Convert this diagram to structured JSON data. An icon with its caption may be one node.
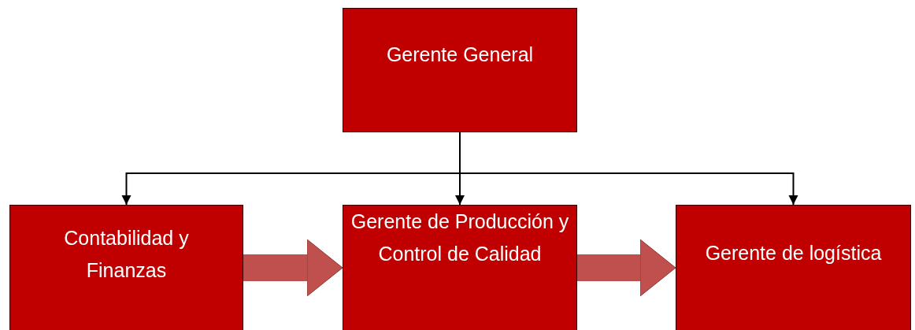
{
  "diagram": {
    "nodes": [
      {
        "text": [
          "Gerente General"
        ]
      },
      {
        "text": [
          "Contabilidad y Finanzas"
        ]
      },
      {
        "text": [
          "Gerente de Producción y Control de Calidad"
        ]
      },
      {
        "text": [
          "Gerente de logística"
        ]
      }
    ],
    "edges": [
      {
        "from": 0,
        "to": 1,
        "arrow": "to"
      },
      {
        "from": 0,
        "to": 2,
        "arrow": "to"
      },
      {
        "from": 0,
        "to": 3,
        "arrow": "to"
      },
      {
        "from": 1,
        "to": 2,
        "arrow": "to",
        "style": "thick",
        "color": "#c0504d"
      },
      {
        "from": 2,
        "to": 3,
        "arrow": "to",
        "style": "thick",
        "color": "#c0504d"
      }
    ]
  }
}
